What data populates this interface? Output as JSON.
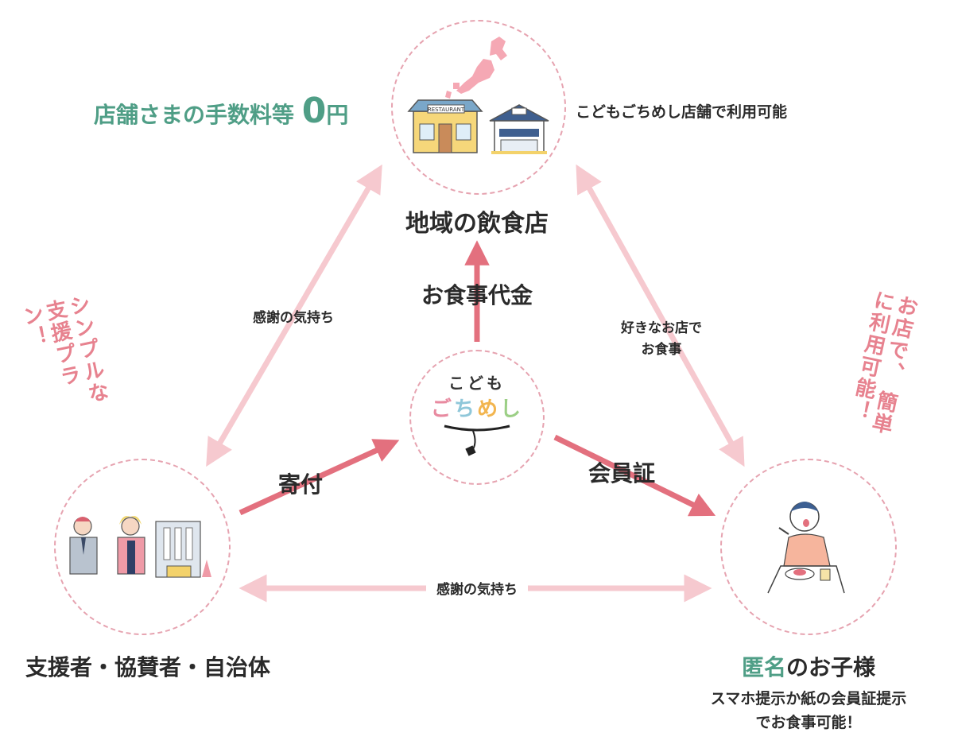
{
  "nodes": {
    "restaurant": {
      "label": "地域の飲食店"
    },
    "supporters": {
      "label": "支援者・協賛者・自治体"
    },
    "children": {
      "label_highlight": "匿名",
      "label_rest": "のお子様",
      "note_line1": "スマホ提示か紙の会員証提示",
      "note_line2": "でお食事可能！"
    },
    "center": {
      "logo_line1": "こども",
      "logo_line2": "ごちめし"
    }
  },
  "callouts": {
    "fee_text": "店舗さまの手数料等 ",
    "fee_zero": "0",
    "fee_unit": "円",
    "stores_available": "こどもごちめし店舗で利用可能",
    "simple_plan": "シンプルな 支援プラン！",
    "easy_use": "お店で、 簡単に利用可能！"
  },
  "flows": {
    "gratitude_left": "感謝の気持ち",
    "meal_fee": "お食事代金",
    "favorite_shop_line1": "好きなお店で",
    "favorite_shop_line2": "お食事",
    "donation": "寄付",
    "membership": "会員証",
    "gratitude_bottom": "感謝の気持ち"
  },
  "colors": {
    "accent_pink": "#e3707e",
    "light_pink": "#f6c9cf",
    "teal": "#4f9e86",
    "dash": "#e6a3b0"
  }
}
